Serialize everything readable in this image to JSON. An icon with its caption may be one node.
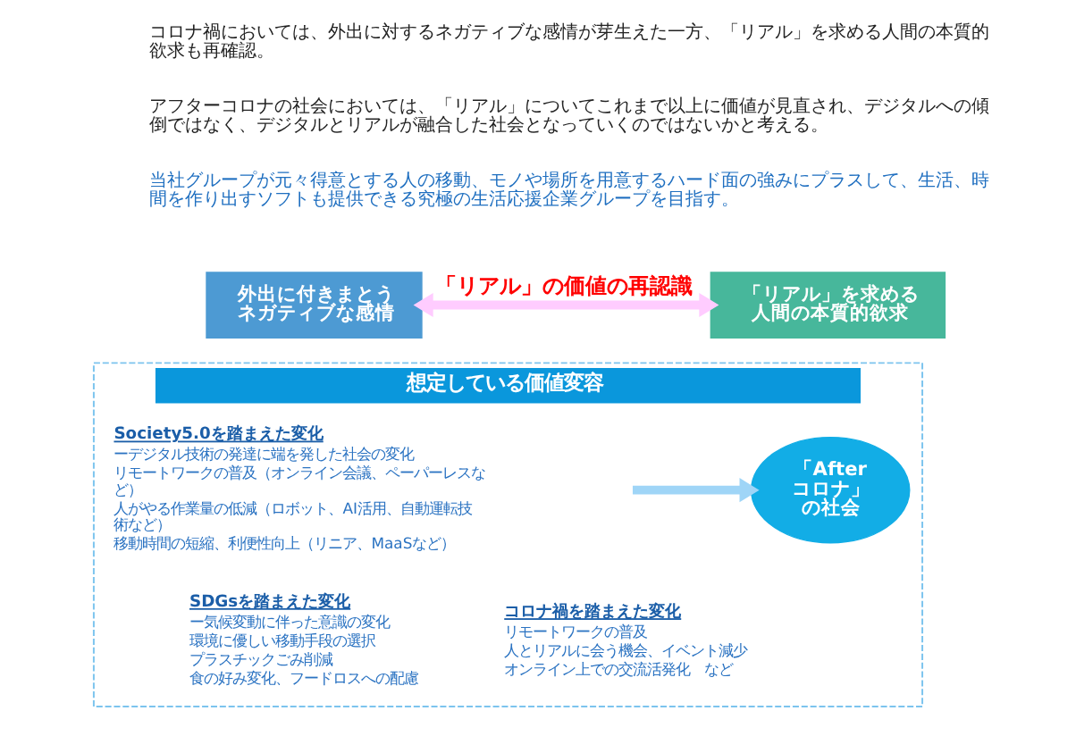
{
  "diagram": {
    "nodes": [
      {
        "text": [
          "外出に付きまとうネガティブな感情"
        ]
      },
      {
        "text": [
          "「リアル」を求める人間の本質的欲求"
        ]
      },
      {
        "text": [
          "想定している価値変容"
        ]
      },
      {
        "text": [
          "Society5.0を踏まえた変化",
          "ーデジタル技術の発達に端を発した社会の変化",
          "リモートワークの普及（オンライン会議、ペーパーレスなど）",
          "人がやる作業量の低減（ロボット、AI活用、自動運転技術など）",
          "移動時間の短縮、利便性向上（リニア、MaaSなど）"
        ],
        "in": 2
      },
      {
        "text": [
          "「Afterコロナ」の社会"
        ],
        "in": 2
      },
      {
        "text": [
          "SDGsを踏まえた変化",
          "ー気候変動に伴った意識の変化",
          "環境に優しい移動手段の選択",
          "プラスチックごみ削減",
          "食の好み変化、フードロスへの配慮"
        ],
        "in": 2
      },
      {
        "text": [
          "コロナ禍を踏まえた変化",
          "リモートワークの普及",
          "人とリアルに会う機会、イベント減少",
          "オンライン上での交流活発化　など"
        ],
        "in": 2
      }
    ],
    "edges": [
      {
        "from": 0,
        "to": 1,
        "arrow": "both",
        "label": "「リアル」の価値の再認識",
        "color": "#ffccff"
      },
      {
        "from": null,
        "to": 4,
        "arrow": "to",
        "color": "#9fd5f7"
      }
    ],
    "labels": [
      "コロナ禍においては、外出に対するネガティブな感情が芽生えた一方、「リアル」を求める人間の本質的欲求も再確認。",
      "アフターコロナの社会においては、「リアル」についてこれまで以上に価値が見直され、デジタルへの傾倒ではなく、デジタルとリアルが融合した社会となっていくのではないかと考える。",
      "当社グループが元々得意とする人の移動、モノや場所を用意するハード面の強みにプラスして、生活、時間を作り出すソフトも提供できる究極の生活応援企業グループを目指す。"
    ]
  }
}
